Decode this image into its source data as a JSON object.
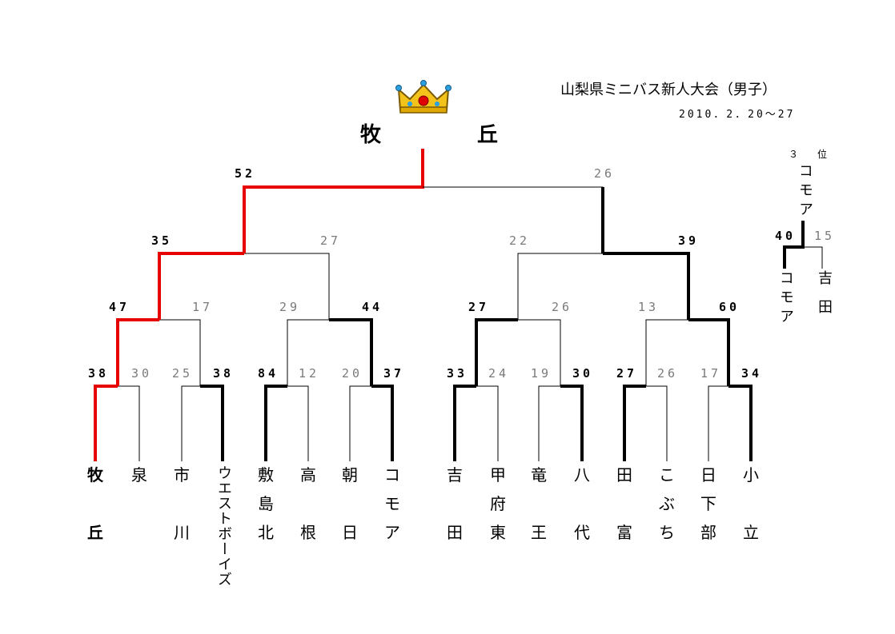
{
  "header": {
    "title": "山梨県ミニバス新人大会（男子）",
    "date": "2010．2．20～27"
  },
  "champion": {
    "left": "牧",
    "right": "丘"
  },
  "teams": [
    {
      "id": "makioka",
      "lines": [
        "牧",
        "",
        "丘"
      ],
      "bold": true
    },
    {
      "id": "izumi",
      "lines": [
        "泉",
        "",
        ""
      ]
    },
    {
      "id": "ichikawa",
      "lines": [
        "市",
        "",
        "川"
      ]
    },
    {
      "id": "westboys",
      "vertical": "ウエストボーイズ"
    },
    {
      "id": "shikishimakita",
      "lines": [
        "敷",
        "島",
        "北"
      ]
    },
    {
      "id": "takane",
      "lines": [
        "高",
        "",
        "根"
      ]
    },
    {
      "id": "asahi",
      "lines": [
        "朝",
        "",
        "日"
      ]
    },
    {
      "id": "comoa",
      "lines": [
        "コ",
        "モ",
        "ア"
      ]
    },
    {
      "id": "yoshida",
      "lines": [
        "吉",
        "",
        "田"
      ]
    },
    {
      "id": "kofuhigashi",
      "lines": [
        "甲",
        "府",
        "東"
      ]
    },
    {
      "id": "ryuo",
      "lines": [
        "竜",
        "",
        "王"
      ]
    },
    {
      "id": "yatsushiro",
      "lines": [
        "八",
        "",
        "代"
      ]
    },
    {
      "id": "tomi",
      "lines": [
        "田",
        "",
        "富"
      ]
    },
    {
      "id": "kobuchi",
      "lines": [
        "こ",
        "ぶ",
        "ち"
      ]
    },
    {
      "id": "kusakabe",
      "lines": [
        "日",
        "下",
        "部"
      ]
    },
    {
      "id": "oda",
      "lines": [
        "小",
        "",
        "立"
      ]
    }
  ],
  "scores": {
    "round1": [
      "38",
      "30",
      "25",
      "38",
      "84",
      "12",
      "20",
      "37",
      "33",
      "24",
      "19",
      "30",
      "27",
      "26",
      "17",
      "34"
    ],
    "round2": [
      "47",
      "17",
      "29",
      "44",
      "27",
      "26",
      "13",
      "60"
    ],
    "round3": [
      "35",
      "27",
      "22",
      "39"
    ],
    "final": [
      "52",
      "26"
    ]
  },
  "third_place": {
    "label": "３　位",
    "winner": "コモア",
    "scores": [
      "40",
      "15"
    ],
    "teams": [
      "コモア",
      "吉田"
    ]
  },
  "icons": {
    "crown": "crown-icon"
  },
  "colors": {
    "winner_path": "#e60000",
    "line": "#000000",
    "loser_score": "#7a7a7a"
  }
}
